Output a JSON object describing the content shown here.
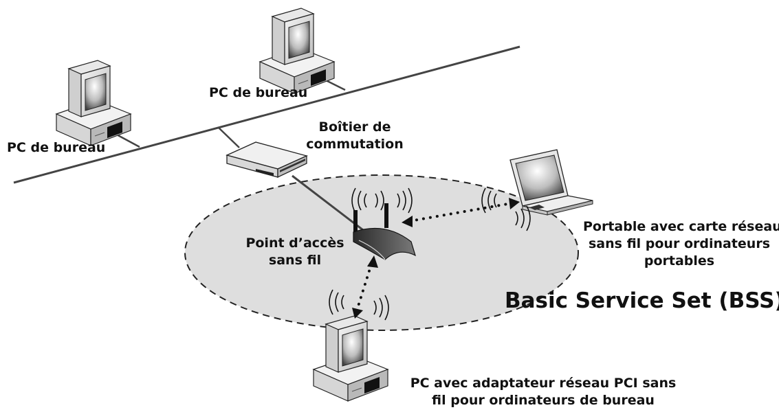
{
  "diagram": {
    "title": "Basic Service Set (BSS)",
    "labels": {
      "pc_top": "PC de bureau",
      "pc_left": "PC de bureau",
      "switch_line1": "Boîtier de",
      "switch_line2": "commutation",
      "ap_line1": "Point d’accès",
      "ap_line2": "sans fil",
      "laptop_line1": "Portable avec carte réseau",
      "laptop_line2": "sans fil pour ordinateurs",
      "laptop_line3": "portables",
      "pci_line1": "PC avec adaptateur réseau PCI sans",
      "pci_line2": "fil pour ordinateurs de bureau"
    },
    "icons": [
      "desktop-pc-icon",
      "switch-icon",
      "access-point-icon",
      "laptop-icon",
      "wifi-waves-icon"
    ],
    "colors": {
      "bss_fill": "#dedede",
      "line": "#444444",
      "access_point": "#555555"
    }
  }
}
